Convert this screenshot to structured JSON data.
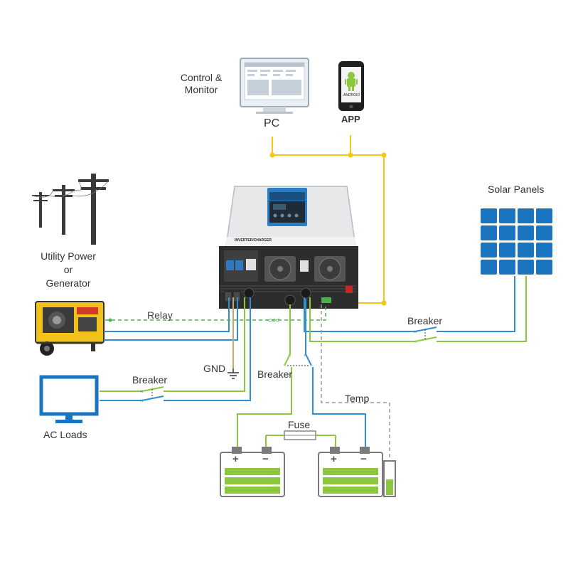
{
  "labels": {
    "control_monitor": "Control &\nMonitor",
    "pc": "PC",
    "app": "APP",
    "android": "ANDROID",
    "utility_power": "Utility Power\nor\nGenerator",
    "solar_panels": "Solar Panels",
    "relay": "Relay",
    "breaker_solar": "Breaker",
    "breaker_ac": "Breaker",
    "breaker_battery": "Breaker",
    "gnd": "GND",
    "ac_loads": "AC Loads",
    "temp": "Temp",
    "fuse": "Fuse",
    "inverter_label": "INVERTER/CHARGER",
    "battery_plus": "+",
    "battery_minus": "−",
    "relay_arrows": "<<<"
  },
  "colors": {
    "signal_line": "#f5c518",
    "ac_live_line": "#2f8fd0",
    "dc_line": "#8dc63f",
    "neutral_line": "#c8a868",
    "dashed_line": "#999999",
    "relay_line": "#4caf50",
    "solar_blue": "#1a74c0",
    "battery_green": "#8dc63f",
    "device_dark": "#2d2d2d",
    "device_blue": "#2b7dc6",
    "generator_yellow": "#f2c21b"
  },
  "icons": {
    "pc": "desktop-monitor-icon",
    "app": "android-phone-icon",
    "utility": "power-pole-icon",
    "generator": "generator-icon",
    "solar": "solar-panel-icon",
    "ac_loads": "monitor-load-icon",
    "battery": "battery-icon",
    "fuse": "fuse-icon",
    "gnd": "ground-icon",
    "temp_sensor": "temperature-sensor-icon",
    "inverter": "inverter-charger-icon"
  }
}
